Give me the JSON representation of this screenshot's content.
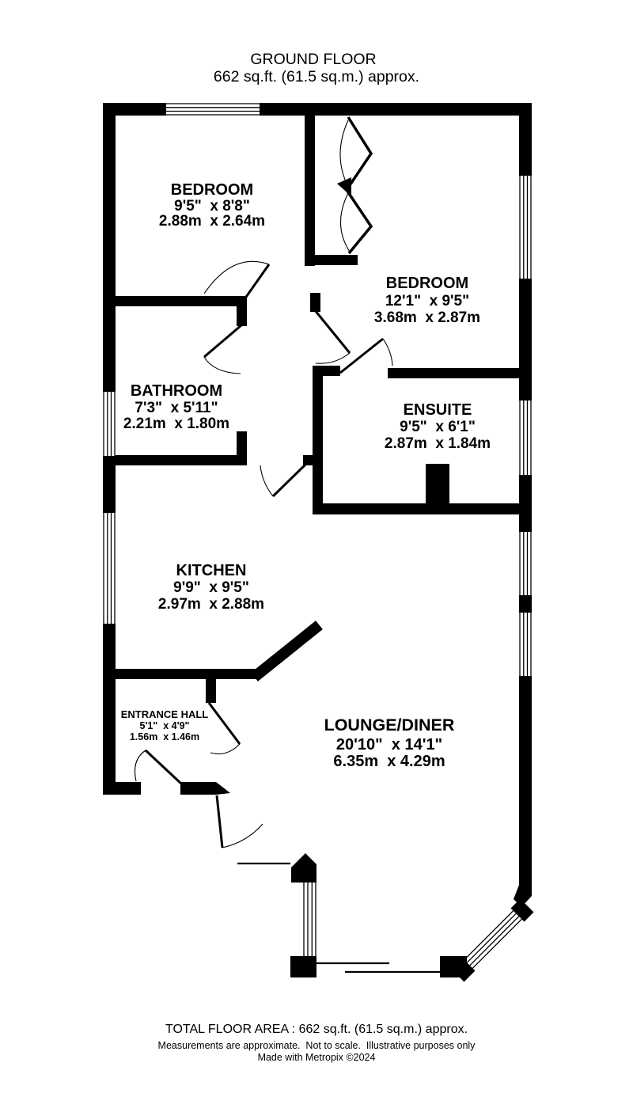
{
  "header": {
    "title": "GROUND FLOOR",
    "subtitle": "662 sq.ft. (61.5 sq.m.) approx."
  },
  "rooms": [
    {
      "id": "bedroom-1",
      "name": "BEDROOM",
      "imperial": "9'5\"  x 8'8\"",
      "metric": "2.88m  x 2.64m"
    },
    {
      "id": "bedroom-2",
      "name": "BEDROOM",
      "imperial": "12'1\"  x 9'5\"",
      "metric": "3.68m  x 2.87m"
    },
    {
      "id": "bathroom",
      "name": "BATHROOM",
      "imperial": "7'3\"  x 5'11\"",
      "metric": "2.21m  x 1.80m"
    },
    {
      "id": "ensuite",
      "name": "ENSUITE",
      "imperial": "9'5\"  x 6'1\"",
      "metric": "2.87m  x 1.84m"
    },
    {
      "id": "kitchen",
      "name": "KITCHEN",
      "imperial": "9'9\"  x 9'5\"",
      "metric": "2.97m  x 2.88m"
    },
    {
      "id": "entrance-hall",
      "name": "ENTRANCE HALL",
      "imperial": "5'1\"  x 4'9\"",
      "metric": "1.56m  x 1.46m"
    },
    {
      "id": "lounge-diner",
      "name": "LOUNGE/DINER",
      "imperial": "20'10\"  x 14'1\"",
      "metric": "6.35m  x 4.29m"
    }
  ],
  "footer": {
    "line1": "TOTAL FLOOR AREA : 662 sq.ft. (61.5 sq.m.) approx.",
    "line2": "Measurements are approximate.  Not to scale.  Illustrative purposes only",
    "line3": "Made with Metropix ©2024"
  },
  "colors": {
    "walls": "#000000",
    "background": "#ffffff"
  }
}
